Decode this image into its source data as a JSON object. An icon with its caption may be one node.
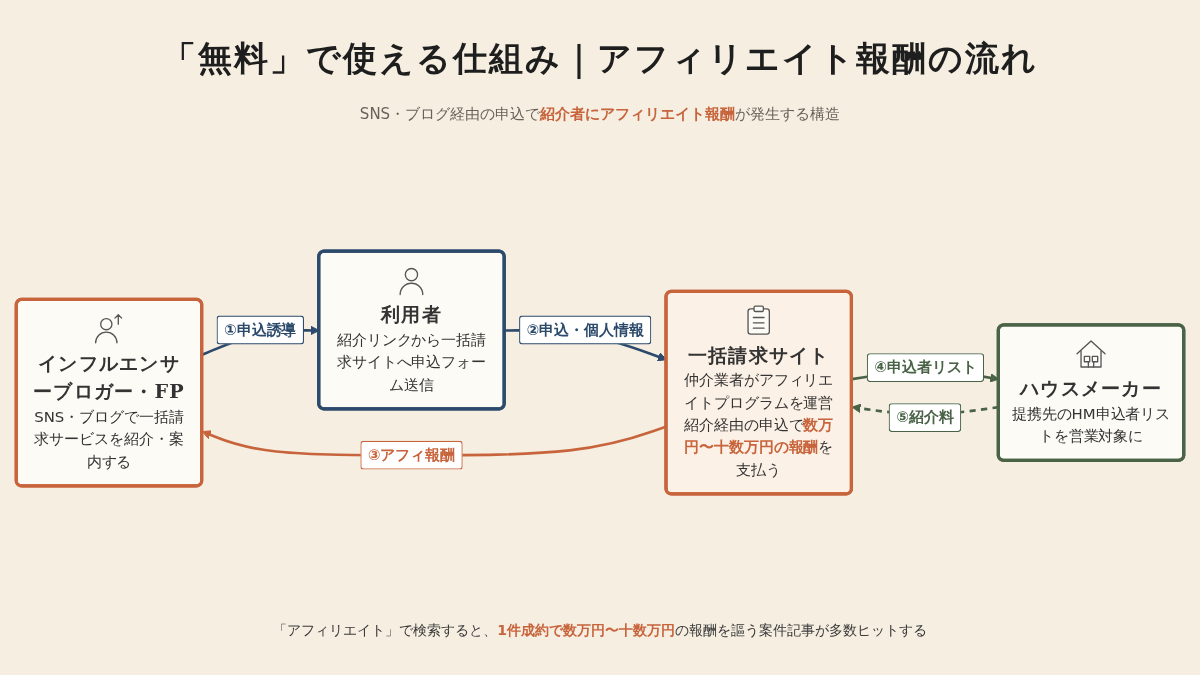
{
  "diagram": {
    "title": "「無料」で使える仕組み｜アフィリエイト報酬の流れ",
    "caption": "「アフィリエイト」で検索すると、**1件成約で数万円〜十数万円**の報酬を謳う案件記事が多数ヒットする",
    "nodes": [
      {
        "text": [
          "インフルエンサーブロガー・FP",
          "SNS・ブログで一括請求サービスを紹介・案内する"
        ]
      },
      {
        "text": [
          "利用者",
          "紹介リンクから一括請求サイトへ申込フォーム送信"
        ]
      },
      {
        "text": [
          "ハウスメーカー",
          "提携先のHM申込者リストを営業対象に"
        ]
      },
      {
        "text": [
          "一括請求サイト",
          "仲介業者がアフィリエイトプログラムを運営紹介経由の申込で**数万円〜十数万円の報酬**を支払う"
        ]
      }
    ],
    "edges": [
      {
        "from": 0,
        "to": 1,
        "arrow": "to",
        "label": "①申込誘導",
        "color": "#2c4a6b"
      },
      {
        "from": 1,
        "to": 3,
        "arrow": "to",
        "label": "②申込・個人情報",
        "color": "#2c4a6b"
      },
      {
        "from": 3,
        "to": 0,
        "arrow": "to",
        "label": "③アフィ報酬",
        "color": "#c8643c"
      },
      {
        "from": 3,
        "to": 2,
        "arrow": "to",
        "label": "④申込者リスト",
        "color": "#4a6347"
      },
      {
        "from": 2,
        "to": 3,
        "arrow": "to",
        "label": "⑤紹介料",
        "style": "dashed",
        "color": "#4a6347"
      }
    ],
    "labels": [
      "SNS・ブログ経由の申込で**紹介者にアフィリエイト報酬**が発生する構造"
    ]
  }
}
